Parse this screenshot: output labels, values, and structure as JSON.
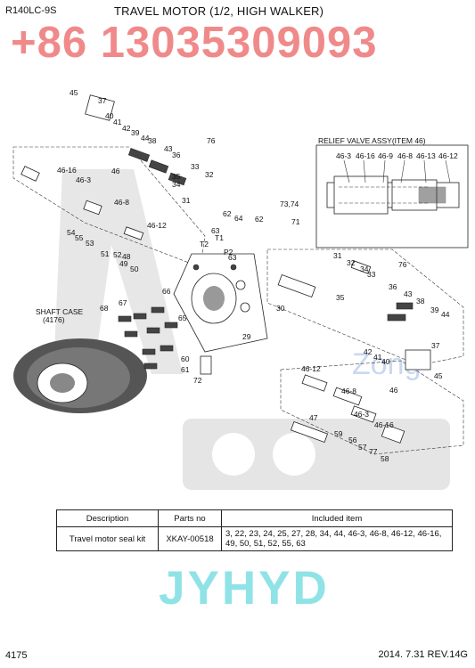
{
  "header": {
    "model": "R140LC-9S",
    "title": "TRAVEL MOTOR (1/2, HIGH WALKER)",
    "phone_watermark": "+86 13035309093"
  },
  "drawing": {
    "inset_title": "RELIEF VALVE ASSY(ITEM 46)",
    "inset_labels": [
      "46-3",
      "46-16",
      "46-9",
      "46-8",
      "46-13",
      "46-12"
    ],
    "shaft_case": "SHAFT CASE",
    "shaft_case_ref": "(4176)",
    "callouts": [
      "45",
      "37",
      "40",
      "41",
      "42",
      "39",
      "44",
      "38",
      "43",
      "36",
      "76",
      "34",
      "35",
      "33",
      "32",
      "31",
      "46",
      "46-16",
      "46-3",
      "46-8",
      "46-12",
      "54",
      "55",
      "53",
      "51",
      "52",
      "48",
      "49",
      "50",
      "63",
      "62",
      "64",
      "62",
      "73,74",
      "71",
      "31",
      "32",
      "34",
      "33",
      "76",
      "36",
      "43",
      "38",
      "39",
      "44",
      "30",
      "35",
      "66",
      "67",
      "68",
      "65",
      "63",
      "29",
      "60",
      "61",
      "72",
      "42",
      "41",
      "40",
      "37",
      "45",
      "46-12",
      "46-8",
      "46",
      "46-3",
      "46-16",
      "47",
      "59",
      "56",
      "57",
      "77",
      "58"
    ],
    "port_marks": [
      "T2",
      "T1",
      "P2"
    ],
    "ghost_wordmark": "Zong"
  },
  "table": {
    "headers": [
      "Description",
      "Parts no",
      "Included item"
    ],
    "rows": [
      [
        "Travel motor seal kit",
        "XKAY-00518",
        "3, 22, 23, 24, 25, 27, 28, 34, 44, 46-3, 46-8, 46-12, 46-16, 49, 50, 51, 52, 55, 63"
      ]
    ]
  },
  "footer": {
    "brand_watermark": "JYHYD",
    "page_number": "4175",
    "revision": "2014. 7.31  REV.14G"
  }
}
